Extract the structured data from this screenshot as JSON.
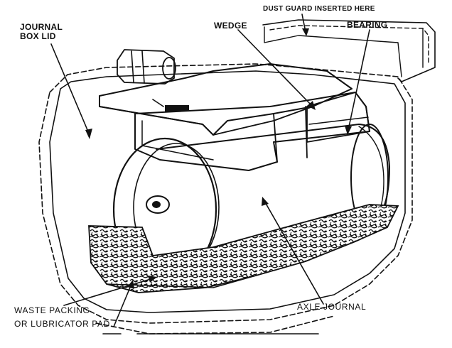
{
  "labels": {
    "journal_box_lid": [
      "JOURNAL",
      "BOX LID"
    ],
    "dust_guard": "DUST GUARD INSERTED HERE",
    "wedge": "WEDGE",
    "bearing": "BEARING",
    "waste_packing": [
      "WASTE PACKING",
      "OR LUBRICATOR PAD"
    ],
    "axle_journal": "AXLE JOURNAL"
  },
  "colors": {
    "ink": "#111111",
    "paper": "#ffffff"
  }
}
